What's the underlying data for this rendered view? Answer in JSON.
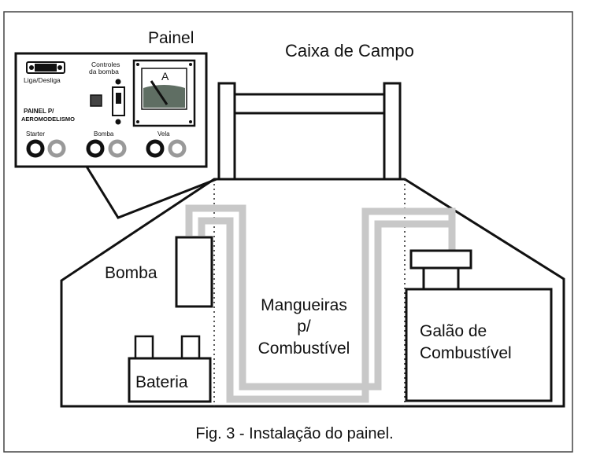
{
  "labels": {
    "painel": "Painel",
    "caixa_de_campo": "Caixa de Campo",
    "bomba": "Bomba",
    "mangueiras_1": "Mangueiras",
    "mangueiras_2": "p/",
    "mangueiras_3": "Combustível",
    "galao_1": "Galão de",
    "galao_2": "Combustível",
    "bateria": "Bateria",
    "caption": "Fig. 3 - Instalação do painel."
  },
  "panel": {
    "liga_desliga": "Liga/Desliga",
    "controles_1": "Controles",
    "controles_2": "da bomba",
    "painel_1": "PAINEL P/",
    "painel_2": "AEROMODELISMO",
    "meter_unit": "A",
    "starter": "Starter",
    "bomba": "Bomba",
    "vela": "Vela"
  },
  "colors": {
    "ink": "#111111",
    "hose": "#c8c8c8",
    "meter_arc": "#5f6e63"
  }
}
